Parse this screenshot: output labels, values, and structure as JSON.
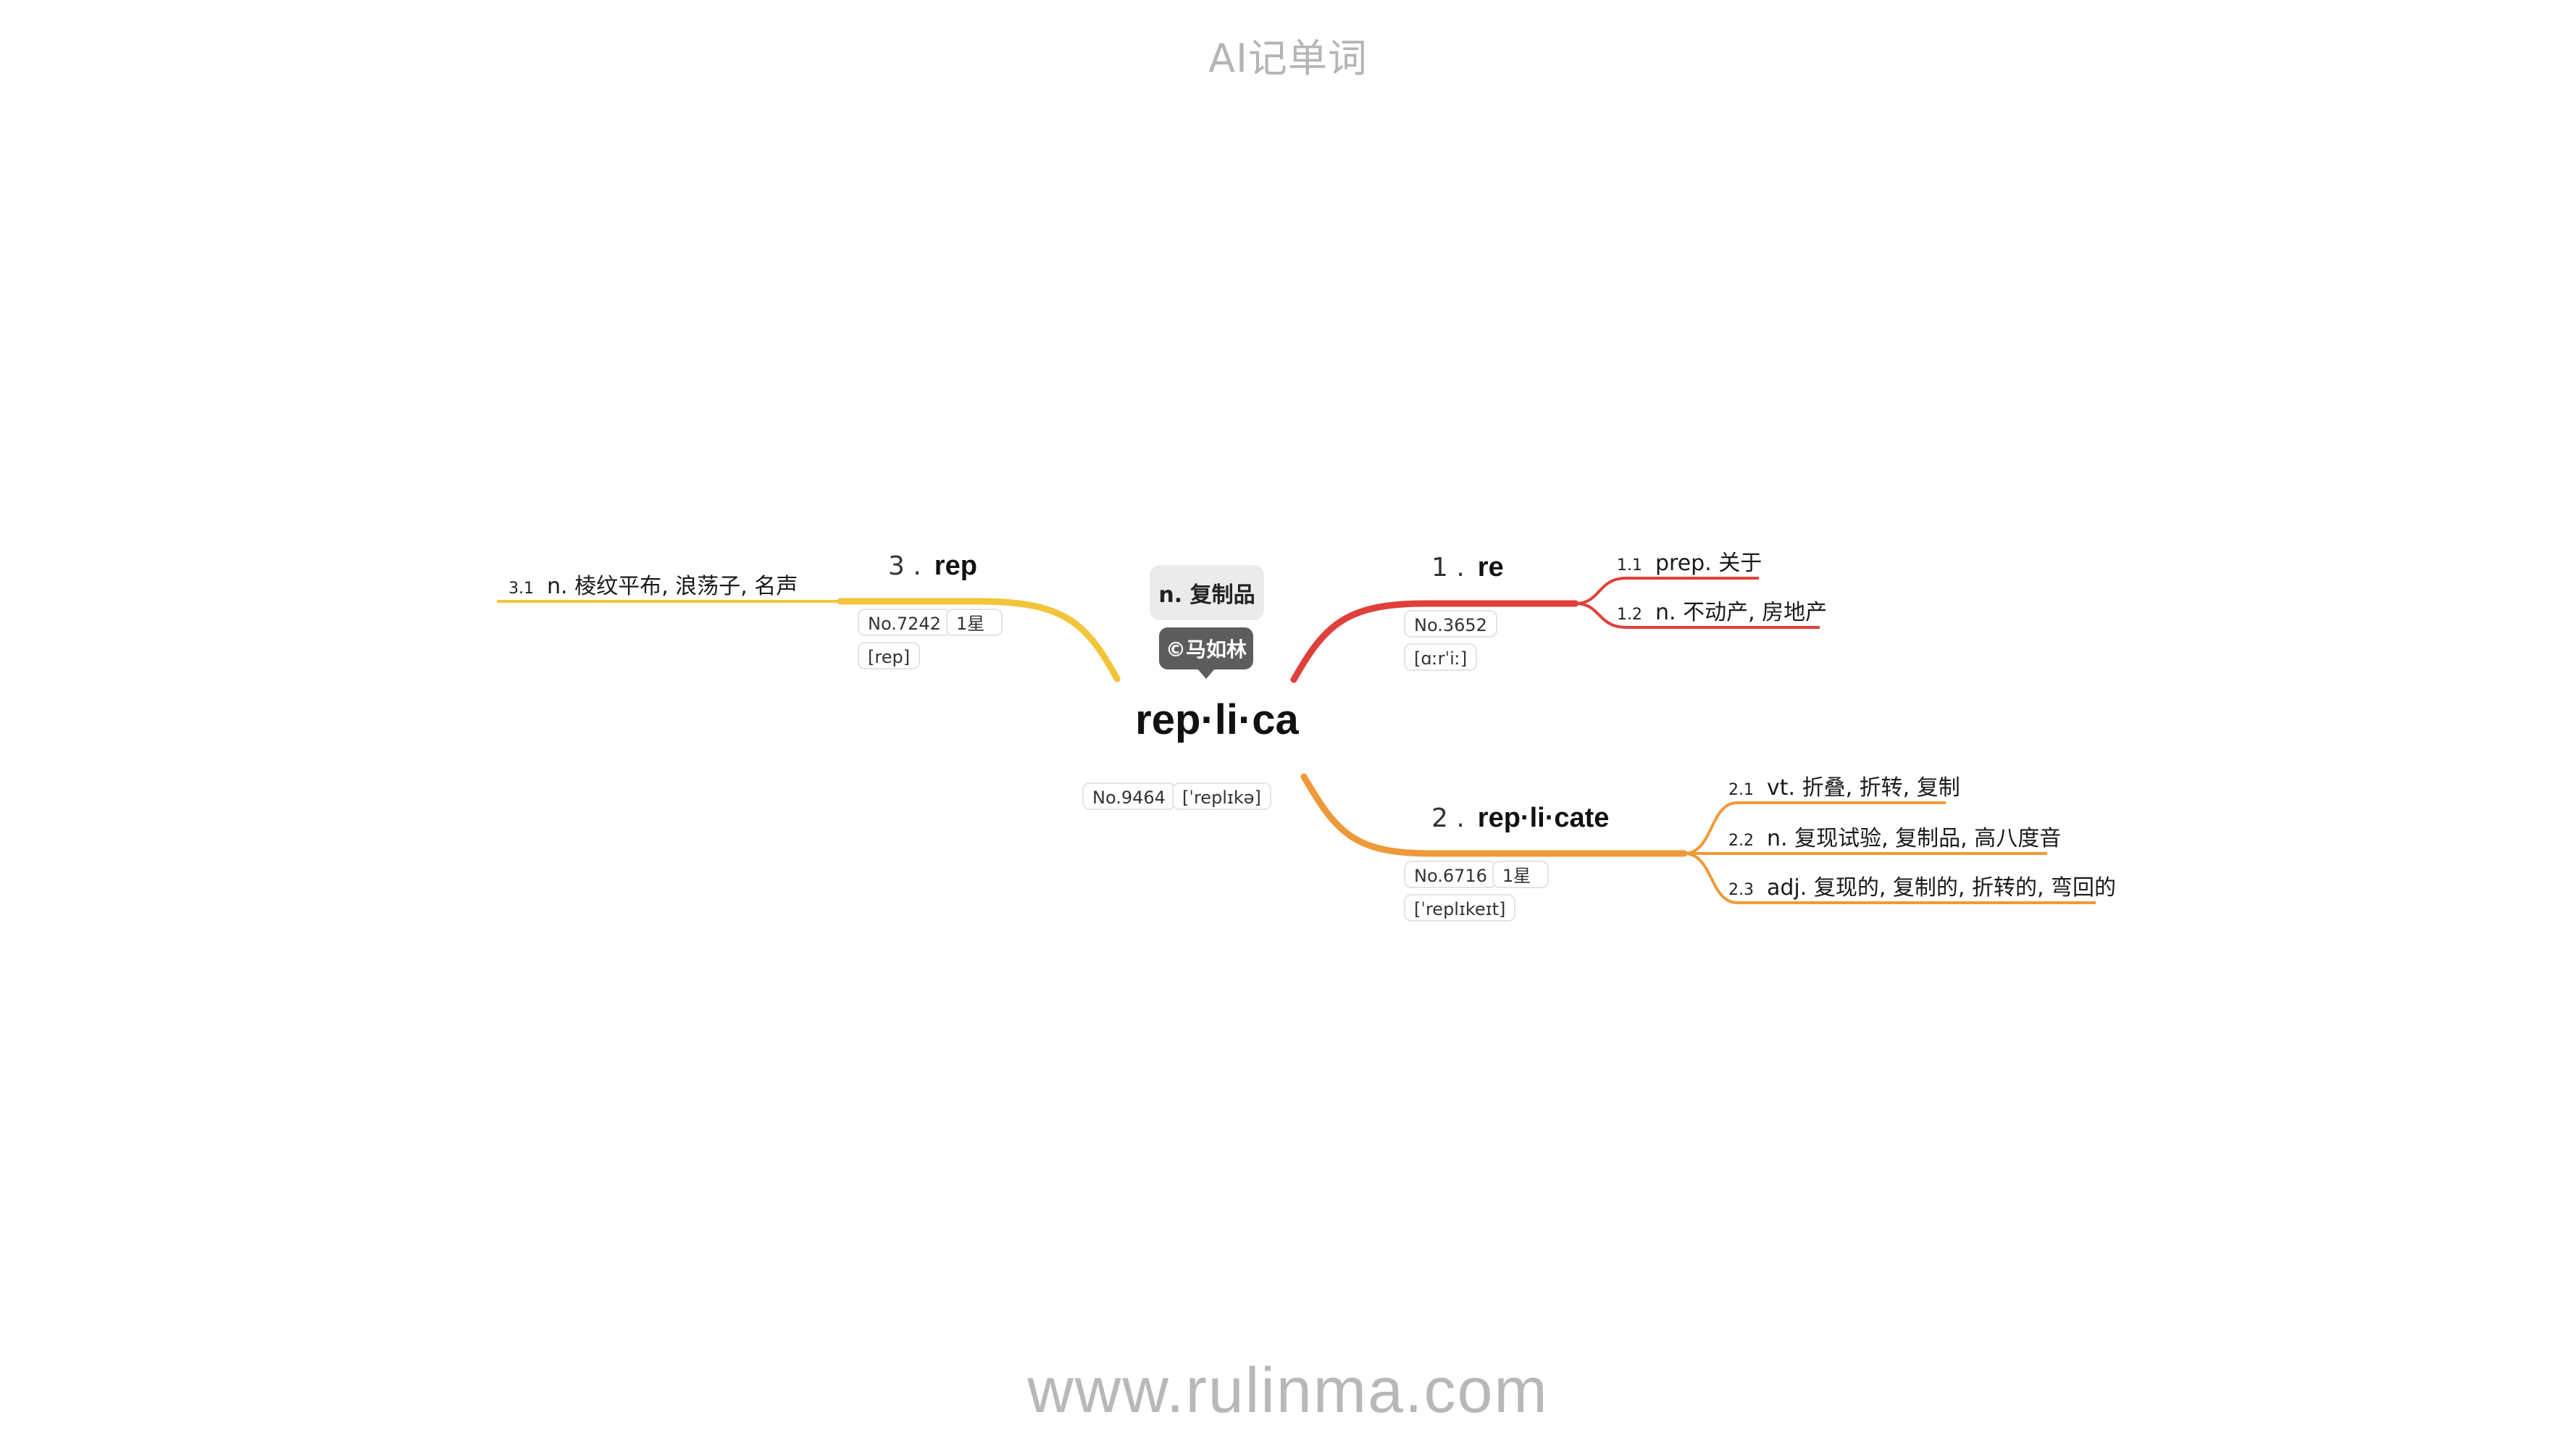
{
  "header": {
    "title": "AI记单词"
  },
  "footer": {
    "site": "www.rulinma.com"
  },
  "center": {
    "word": "rep·li·ca",
    "meaning": "n. 复制品",
    "copyright": "©马如林",
    "number": "No.9464",
    "phonetic": "[ˈreplɪkə]"
  },
  "branches": [
    {
      "id": "1",
      "num": "1 .",
      "word": "re",
      "color": "#e0403a",
      "tags": [
        "No.3652",
        "[ɑːrˈiː]"
      ],
      "senses": [
        {
          "num": "1.1",
          "text": "prep. 关于"
        },
        {
          "num": "1.2",
          "text": "n. 不动产, 房地产"
        }
      ]
    },
    {
      "id": "2",
      "num": "2 .",
      "word": "rep·li·cate",
      "color": "#ee9a3a",
      "tags": [
        "No.6716",
        "1星",
        "[ˈreplɪkeɪt]"
      ],
      "senses": [
        {
          "num": "2.1",
          "text": "vt. 折叠, 折转, 复制"
        },
        {
          "num": "2.2",
          "text": "n. 复现试验, 复制品, 高八度音"
        },
        {
          "num": "2.3",
          "text": "adj. 复现的, 复制的, 折转的, 弯回的"
        }
      ]
    },
    {
      "id": "3",
      "num": "3 .",
      "word": "rep",
      "color": "#f2c53a",
      "tags": [
        "No.7242",
        "1星",
        "[rep]"
      ],
      "senses": [
        {
          "num": "3.1",
          "text": "n. 棱纹平布, 浪荡子, 名声"
        }
      ]
    }
  ]
}
